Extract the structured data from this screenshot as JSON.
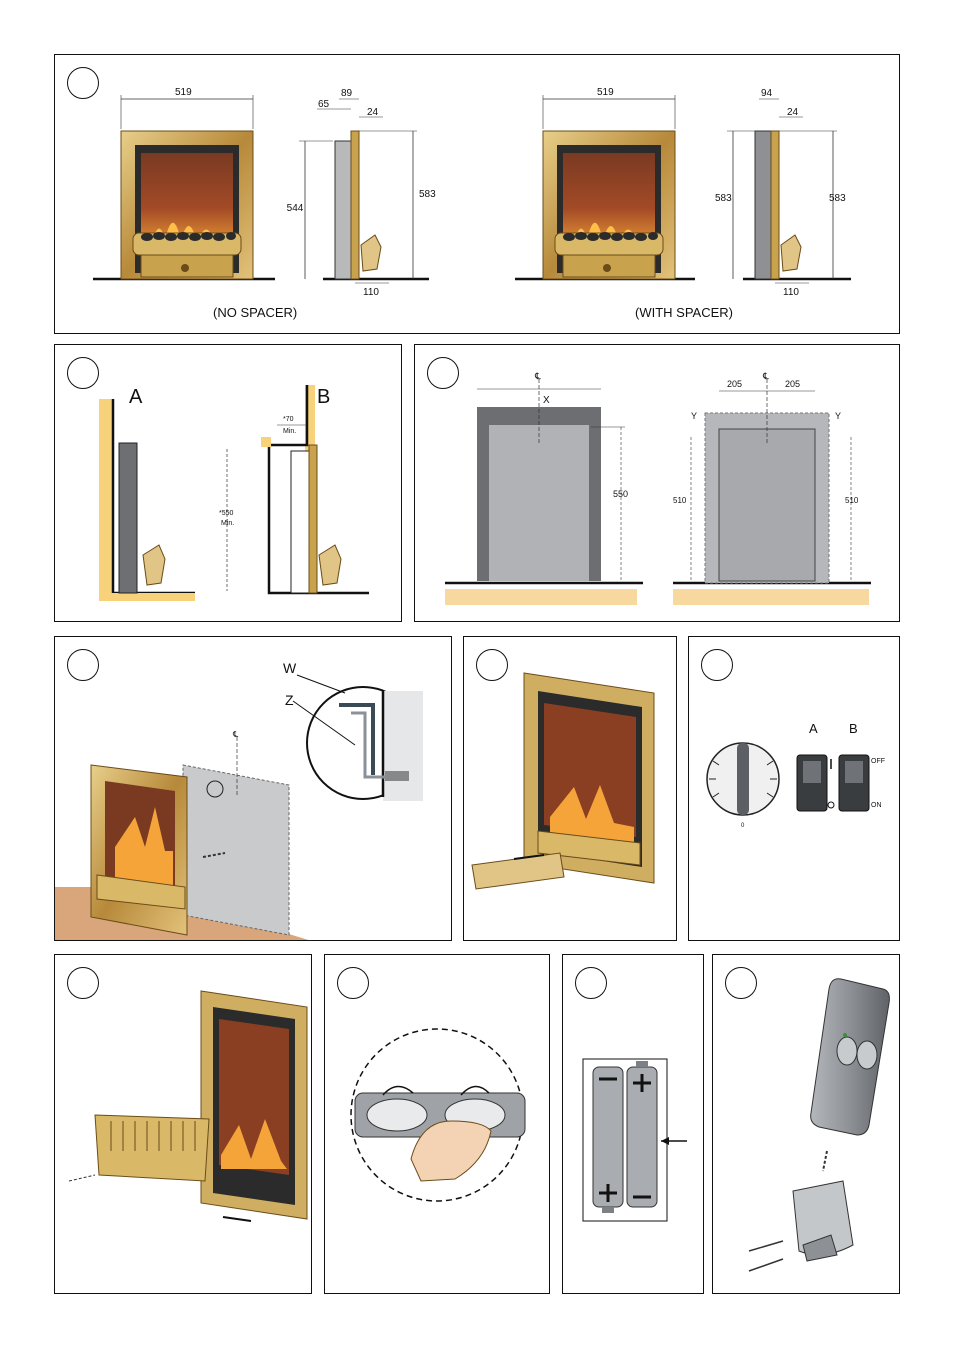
{
  "panel1": {
    "left_width": "519",
    "left_depth_top": "89",
    "left_depth_back": "65",
    "left_depth_front": "24",
    "left_height_back": "544",
    "left_height_total": "583",
    "left_base_depth": "110",
    "left_caption": "(NO SPACER)",
    "right_width": "519",
    "right_depth_top": "94",
    "right_depth_front": "24",
    "right_height_back": "583",
    "right_height_total": "583",
    "right_base_depth": "110",
    "right_caption": "(WITH SPACER)"
  },
  "panel2": {
    "label_a": "A",
    "label_b": "B",
    "min_gap_value": "*70",
    "min_gap_unit": "Min.",
    "min_height_value": "*550",
    "min_height_unit": "Min."
  },
  "panel3": {
    "centerline_symbol": "℄",
    "mark_x": "X",
    "height_left": "550",
    "spacing_left": "205",
    "spacing_right": "205",
    "mark_y": "Y",
    "height_side": "510"
  },
  "panel4": {
    "label_w": "W",
    "label_z": "Z",
    "centerline_symbol": "℄"
  },
  "panel6": {
    "label_a": "A",
    "label_b": "B",
    "off_text": "OFF",
    "on_text": "ON",
    "zero_text": "0"
  },
  "colors": {
    "brass": "#c9a24e",
    "brick": "#9a4a2a",
    "flame": "#f59a2a",
    "wall_grey": "#a7a9ac",
    "floor_tint": "#f7d9a0",
    "remote_grey": "#8d9196"
  }
}
